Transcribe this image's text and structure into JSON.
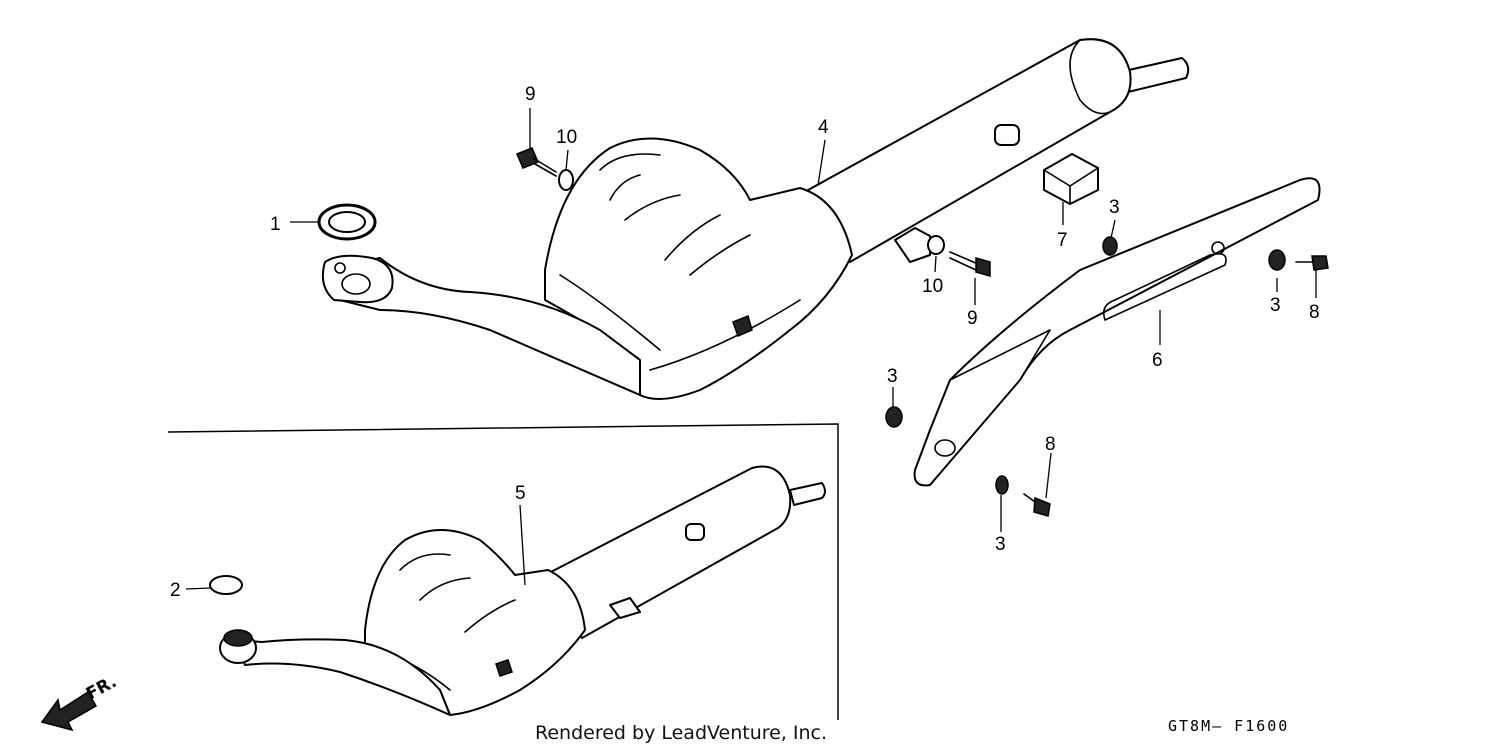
{
  "callouts": {
    "c1": "1",
    "c2": "2",
    "c3a": "3",
    "c3b": "3",
    "c3c": "3",
    "c3d": "3",
    "c4": "4",
    "c5": "5",
    "c6": "6",
    "c7": "7",
    "c8a": "8",
    "c8b": "8",
    "c9a": "9",
    "c9b": "9",
    "c10a": "10",
    "c10b": "10"
  },
  "footer": {
    "credit": "Rendered by LeadVenture, Inc.",
    "diagram_code": "GT8M– F1600"
  },
  "direction_label": "FR."
}
